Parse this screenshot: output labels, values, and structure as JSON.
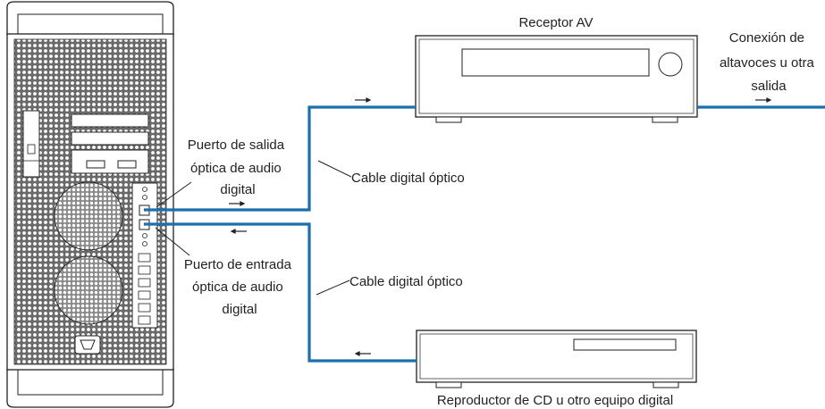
{
  "labels": {
    "receiver": "Receptor AV",
    "speaker_output": [
      "Conexión de",
      "altavoces u otra",
      "salida"
    ],
    "optical_out_port": [
      "Puerto de salida",
      "óptica de audio",
      "digital"
    ],
    "optical_in_port": [
      "Puerto de entrada",
      "óptica de audio",
      "digital"
    ],
    "cable_top": "Cable digital óptico",
    "cable_bottom": "Cable digital óptico",
    "cd_player": "Reproductor de CD u otro equipo digital"
  },
  "colors": {
    "cable": "#1a6fae",
    "line": "#231f20",
    "mesh": "#8a8a8a"
  }
}
